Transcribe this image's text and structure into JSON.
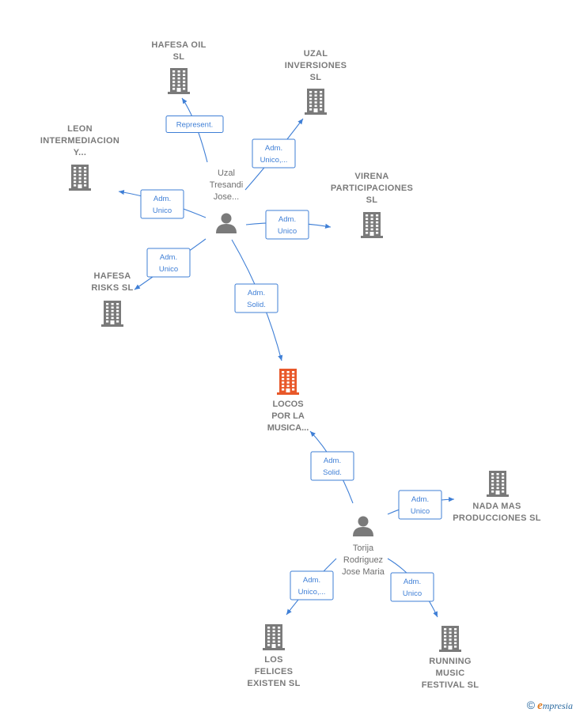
{
  "colors": {
    "edge": "#3f7fd6",
    "company_icon": "#7a7a7a",
    "focus_icon": "#e8582a",
    "person_icon": "#7a7a7a"
  },
  "nodes": [
    {
      "id": "hafesa_oil",
      "type": "company",
      "icon": "building-icon",
      "lines": [
        "HAFESA OIL",
        "SL"
      ]
    },
    {
      "id": "uzal_inversiones",
      "type": "company",
      "icon": "building-icon",
      "lines": [
        "UZAL",
        "INVERSIONES",
        "SL"
      ]
    },
    {
      "id": "leon_intermediacion",
      "type": "company",
      "icon": "building-icon",
      "lines": [
        "LEON",
        "INTERMEDIACION",
        "Y..."
      ]
    },
    {
      "id": "uzal_tresandi",
      "type": "person",
      "icon": "person-icon",
      "lines": [
        "Uzal",
        "Tresandi",
        "Jose..."
      ]
    },
    {
      "id": "virena",
      "type": "company",
      "icon": "building-icon",
      "lines": [
        "VIRENA",
        "PARTICIPACIONES",
        "SL"
      ]
    },
    {
      "id": "hafesa_risks",
      "type": "company",
      "icon": "building-icon",
      "lines": [
        "HAFESA",
        "RISKS  SL"
      ]
    },
    {
      "id": "locos",
      "type": "focus",
      "icon": "building-icon",
      "lines": [
        "LOCOS",
        "POR LA",
        "MUSICA..."
      ]
    },
    {
      "id": "nada_mas",
      "type": "company",
      "icon": "building-icon",
      "lines": [
        "NADA MAS",
        "PRODUCCIONES SL"
      ]
    },
    {
      "id": "torija",
      "type": "person",
      "icon": "person-icon",
      "lines": [
        "Torija",
        "Rodriguez",
        "Jose Maria"
      ]
    },
    {
      "id": "los_felices",
      "type": "company",
      "icon": "building-icon",
      "lines": [
        "LOS",
        "FELICES",
        "EXISTEN  SL"
      ]
    },
    {
      "id": "running",
      "type": "company",
      "icon": "building-icon",
      "lines": [
        "RUNNING",
        "MUSIC",
        "FESTIVAL SL"
      ]
    }
  ],
  "edges": [
    {
      "from": "uzal_tresandi",
      "to": "hafesa_oil",
      "lines": [
        "Represent."
      ]
    },
    {
      "from": "uzal_tresandi",
      "to": "uzal_inversiones",
      "lines": [
        "Adm.",
        "Unico,..."
      ]
    },
    {
      "from": "uzal_tresandi",
      "to": "leon_intermediacion",
      "lines": [
        "Adm.",
        "Unico"
      ]
    },
    {
      "from": "uzal_tresandi",
      "to": "virena",
      "lines": [
        "Adm.",
        "Unico"
      ]
    },
    {
      "from": "uzal_tresandi",
      "to": "hafesa_risks",
      "lines": [
        "Adm.",
        "Unico"
      ]
    },
    {
      "from": "uzal_tresandi",
      "to": "locos",
      "lines": [
        "Adm.",
        "Solid."
      ]
    },
    {
      "from": "torija",
      "to": "locos",
      "lines": [
        "Adm.",
        "Solid."
      ]
    },
    {
      "from": "torija",
      "to": "nada_mas",
      "lines": [
        "Adm.",
        "Unico"
      ]
    },
    {
      "from": "torija",
      "to": "los_felices",
      "lines": [
        "Adm.",
        "Unico,..."
      ]
    },
    {
      "from": "torija",
      "to": "running",
      "lines": [
        "Adm.",
        "Unico"
      ]
    }
  ],
  "brand": {
    "copyright": "©",
    "initial": "e",
    "rest": "mpresia"
  }
}
